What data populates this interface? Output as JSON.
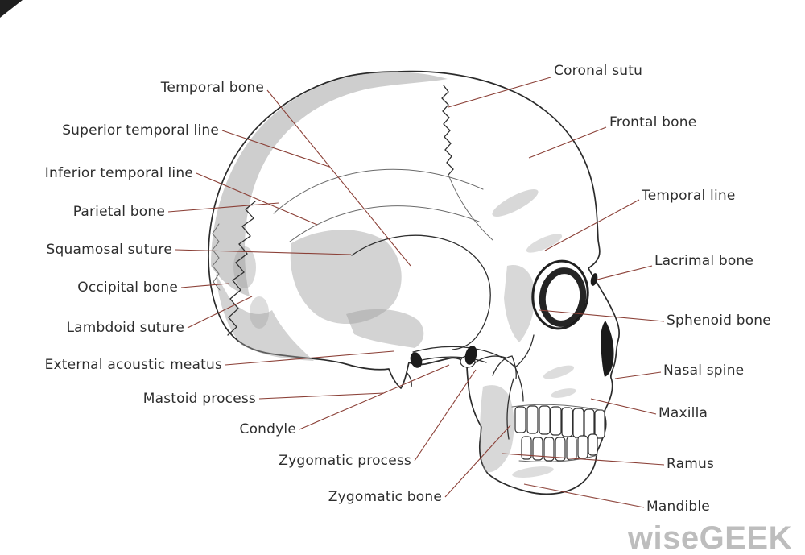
{
  "diagram": {
    "subject": "Lateral view of human skull with labeled bones and features",
    "watermark": "wiseGEEK",
    "colors": {
      "leader_line": "#8b4037",
      "label_text": "#2e2e2e",
      "watermark": "#bdbdbd",
      "background": "#ffffff"
    },
    "labels": [
      {
        "id": "temporal-bone",
        "text": "Temporal bone"
      },
      {
        "id": "superior-temporal-line",
        "text": "Superior temporal line"
      },
      {
        "id": "inferior-temporal-line",
        "text": "Inferior temporal line"
      },
      {
        "id": "parietal-bone",
        "text": "Parietal bone"
      },
      {
        "id": "squamosal-suture",
        "text": "Squamosal suture"
      },
      {
        "id": "occipital-bone",
        "text": "Occipital bone"
      },
      {
        "id": "lambdoid-suture",
        "text": "Lambdoid suture"
      },
      {
        "id": "external-acoustic-meatus",
        "text": "External acoustic meatus"
      },
      {
        "id": "mastoid-process",
        "text": "Mastoid process"
      },
      {
        "id": "condyle",
        "text": "Condyle"
      },
      {
        "id": "zygomatic-process",
        "text": "Zygomatic process"
      },
      {
        "id": "zygomatic-bone",
        "text": "Zygomatic bone"
      },
      {
        "id": "coronal-suture",
        "text": "Coronal sutu"
      },
      {
        "id": "frontal-bone",
        "text": "Frontal bone"
      },
      {
        "id": "temporal-line",
        "text": "Temporal line"
      },
      {
        "id": "lacrimal-bone",
        "text": "Lacrimal bone"
      },
      {
        "id": "sphenoid-bone",
        "text": "Sphenoid bone"
      },
      {
        "id": "nasal-spine",
        "text": "Nasal spine"
      },
      {
        "id": "maxilla",
        "text": "Maxilla"
      },
      {
        "id": "ramus",
        "text": "Ramus"
      },
      {
        "id": "mandible",
        "text": "Mandible"
      }
    ]
  }
}
